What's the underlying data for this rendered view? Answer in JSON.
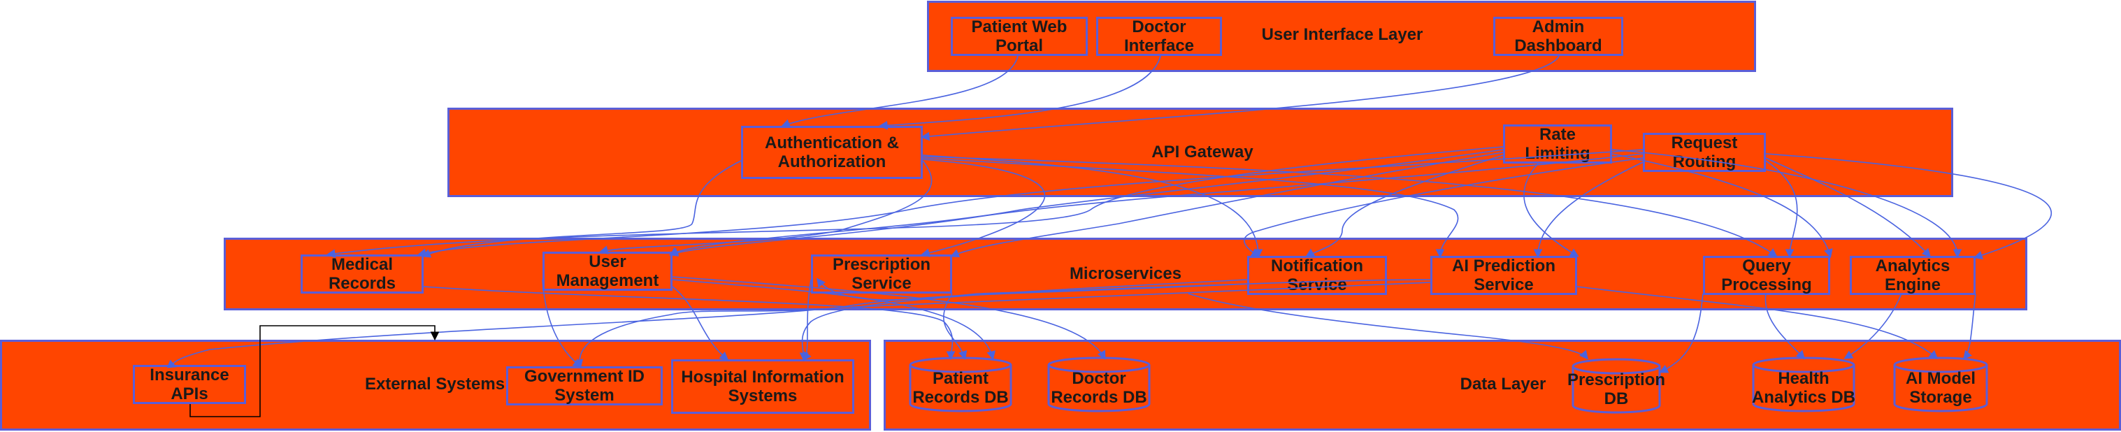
{
  "colors": {
    "layer_fill": "#ff4500",
    "border": "#5a5ed8",
    "edge": "#4a63e0",
    "text": "#1a1a1a"
  },
  "layers": {
    "ui": "User Interface Layer",
    "api": "API Gateway",
    "micro": "Microservices",
    "external": "External Systems",
    "data": "Data Layer"
  },
  "nodes": {
    "patient_portal": "Patient Web\nPortal",
    "doctor_interface": "Doctor\nInterface",
    "admin_dashboard": "Admin\nDashboard",
    "auth": "Authentication &\nAuthorization",
    "rate_limiting": "Rate Limiting",
    "request_routing": "Request\nRouting",
    "medical_records": "Medical\nRecords",
    "user_management": "User\nManagement",
    "prescription_service": "Prescription\nService",
    "notification_service": "Notification\nService",
    "ai_prediction": "AI Prediction\nService",
    "query_processing": "Query\nProcessing",
    "analytics_engine": "Analytics\nEngine",
    "insurance_apis": "Insurance\nAPIs",
    "government_id": "Government ID\nSystem",
    "hospital_info": "Hospital Information\nSystems",
    "patient_db": "Patient\nRecords DB",
    "doctor_db": "Doctor\nRecords DB",
    "prescription_db": "Prescription\nDB",
    "health_analytics_db": "Health\nAnalytics DB",
    "ai_model_storage": "AI Model\nStorage"
  }
}
